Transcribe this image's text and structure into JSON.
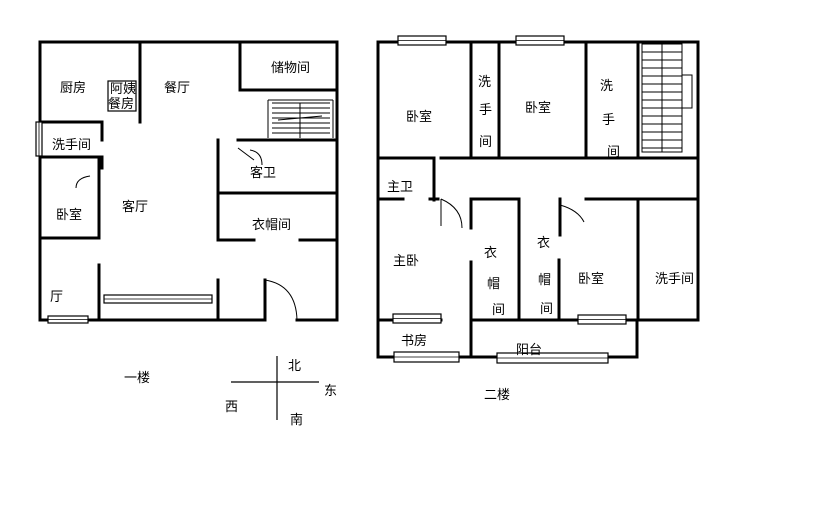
{
  "floor1": {
    "caption": "一楼",
    "rooms": {
      "kitchen": "厨房",
      "maid_room_a": "阿姨",
      "maid_room_b": "餐房",
      "dining": "餐厅",
      "storage": "储物间",
      "wash_room": "洗手间",
      "guest_bath": "客卫",
      "living": "客厅",
      "bedroom": "卧室",
      "cloakroom": "衣帽间",
      "hall": "厅"
    }
  },
  "floor2": {
    "caption": "二楼",
    "rooms": {
      "bedroom_nw": "卧室",
      "wash_a": [
        "洗",
        "手",
        "间"
      ],
      "bedroom_n": "卧室",
      "wash_b": [
        "洗",
        "手",
        "间"
      ],
      "master_bath": "主卫",
      "master_bed": "主卧",
      "cloak_a": [
        "衣",
        "帽",
        "间"
      ],
      "cloak_b": [
        "衣",
        "帽",
        "间"
      ],
      "bedroom_se": "卧室",
      "wash_e": "洗手间",
      "study": "书房",
      "balcony": "阳台"
    }
  },
  "compass": {
    "north": "北",
    "south": "南",
    "east": "东",
    "west": "西"
  }
}
